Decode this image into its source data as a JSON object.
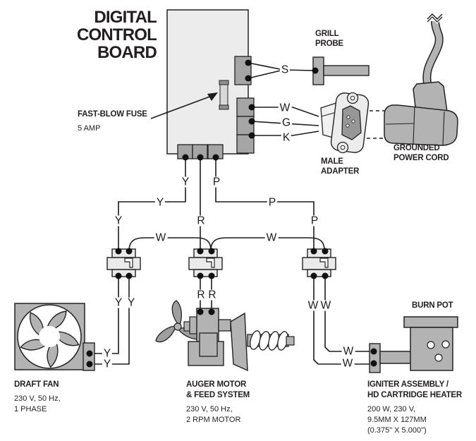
{
  "title_lines": [
    "DIGITAL",
    "CONTROL",
    "BOARD"
  ],
  "fuse": {
    "label": "FAST-BLOW FUSE",
    "rating": "5 AMP"
  },
  "labels": {
    "grill_probe": [
      "GRILL",
      "PROBE"
    ],
    "male_adapter": [
      "MALE",
      "ADAPTER"
    ],
    "power_cord": [
      "GROUNDED",
      "POWER CORD"
    ],
    "burn_pot": "BURN POT"
  },
  "components": {
    "draft_fan": {
      "name_lines": [
        "DRAFT FAN"
      ],
      "specs": [
        "230 V, 50 Hz,",
        "1 PHASE"
      ]
    },
    "auger_motor": {
      "name_lines": [
        "AUGER MOTOR",
        "& FEED SYSTEM"
      ],
      "specs": [
        "230 V, 50 Hz,",
        "2 RPM MOTOR"
      ]
    },
    "igniter": {
      "name_lines": [
        "IGNITER ASSEMBLY /",
        "HD CARTRIDGE HEATER"
      ],
      "specs": [
        "200 W, 230 V,",
        "9.5MM X 127MM",
        "(0.375\" X 5.000\")"
      ]
    }
  },
  "wire_labels": [
    {
      "t": "S"
    },
    {
      "t": "W"
    },
    {
      "t": "G"
    },
    {
      "t": "K"
    },
    {
      "t": "Y"
    },
    {
      "t": "P"
    },
    {
      "t": "Y"
    },
    {
      "t": "P"
    },
    {
      "t": "Y"
    },
    {
      "t": "R"
    },
    {
      "t": "P"
    },
    {
      "t": "W"
    },
    {
      "t": "W"
    },
    {
      "t": "Y"
    },
    {
      "t": "Y"
    },
    {
      "t": "R"
    },
    {
      "t": "R"
    },
    {
      "t": "W"
    },
    {
      "t": "W"
    },
    {
      "t": "Y"
    },
    {
      "t": "Y"
    },
    {
      "t": "W"
    },
    {
      "t": "W"
    }
  ],
  "colors": {
    "component_gray": "#b3b3b3",
    "connector_gray": "#a5a5a5",
    "board_fill": "#ebeceb",
    "block_fill": "#eaeaea",
    "line": "#1c1c1c",
    "text": "#231f20"
  }
}
